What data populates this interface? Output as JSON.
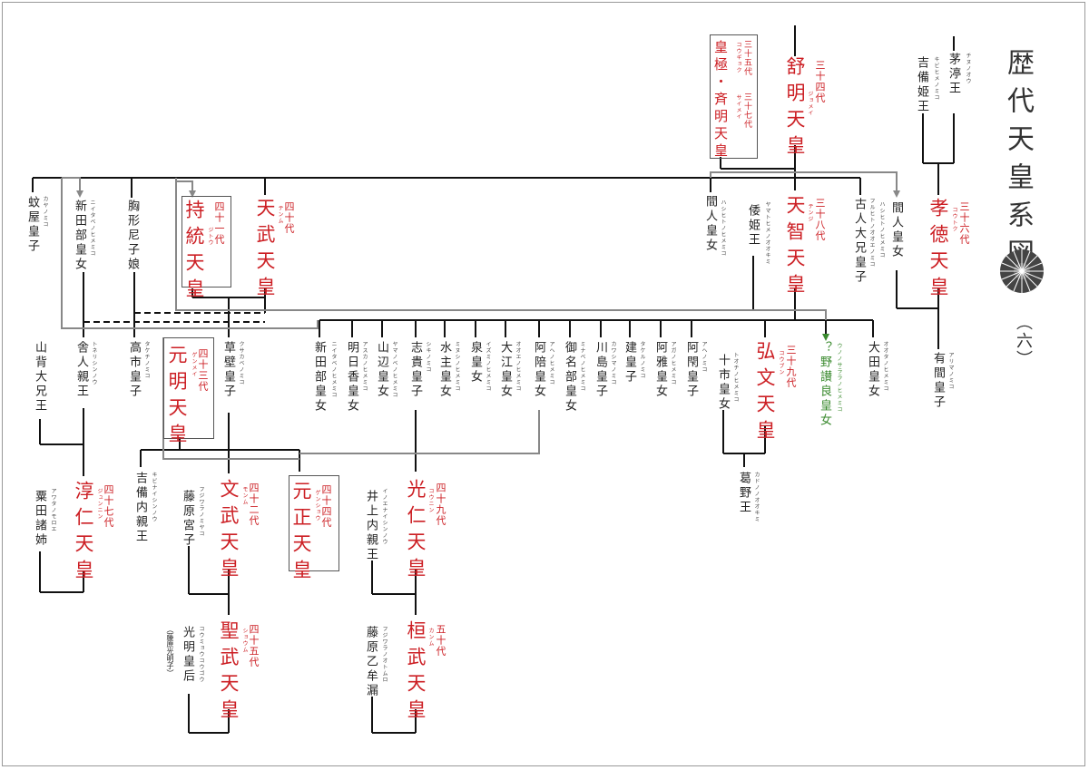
{
  "title": "歴代天皇系図",
  "subtitle": "（六）",
  "persons": {
    "jomei": {
      "name": "舒明天皇",
      "gen": "三十四代",
      "reading": "ジョメイ"
    },
    "kogyoku": {
      "name": "皇極・斉明天皇",
      "gen1": "三十五代",
      "reading1": "コウギョク",
      "gen2": "三十七代",
      "reading2": "サイメイ"
    },
    "kotoku": {
      "name": "孝徳天皇",
      "gen": "三十六代",
      "reading": "コウトク"
    },
    "chinu": {
      "name": "茅渟王",
      "reading": "チヌノオウ"
    },
    "kibihime": {
      "name": "吉備姫王",
      "reading": "キビヒメノミコ"
    },
    "tenji": {
      "name": "天智天皇",
      "gen": "三十八代",
      "reading": "テンジ"
    },
    "hashihito1": {
      "name": "間人皇女",
      "reading": "ハシヒトノヒメミコ"
    },
    "hashihito2": {
      "name": "間人皇女",
      "reading": "ハシヒトノヒメミコ"
    },
    "yamatohime": {
      "name": "倭姫王",
      "reading": "ヤマトヒメノオオキミ"
    },
    "furuhito": {
      "name": "古人大兄皇子",
      "reading": "フルヒトノオオエノミコ"
    },
    "arima": {
      "name": "有間皇子",
      "reading": "アリマノミコ"
    },
    "kaya": {
      "name": "蚊屋皇子",
      "reading": "カヤノミコ"
    },
    "niitabe": {
      "name": "新田部皇女",
      "reading": "ニイタベノヒメミコ"
    },
    "munakata": {
      "name": "胸形尼子娘"
    },
    "jito": {
      "name": "持統天皇",
      "gen": "四十一代",
      "reading": "ジトウ"
    },
    "tenmu": {
      "name": "天武天皇",
      "gen": "四十代",
      "reading": "テンム"
    },
    "yamashiro": {
      "name": "山背大兄王"
    },
    "toneri": {
      "name": "舎人親王",
      "reading": "トネリシンノウ"
    },
    "takechi": {
      "name": "高市皇子",
      "reading": "タケチノミコ"
    },
    "genmei": {
      "name": "元明天皇",
      "gen": "四十三代",
      "reading": "ゲンメイ"
    },
    "kusakabe": {
      "name": "草壁皇子",
      "reading": "クサカベノミコ"
    },
    "niitabe2": {
      "name": "新田部皇女",
      "reading": "ニイタベノヒメミコ"
    },
    "asuka": {
      "name": "明日香皇女",
      "reading": "アスカノヒメミコ"
    },
    "yamanobe": {
      "name": "山辺皇女",
      "reading": "ヤマノベノヒメミコ"
    },
    "shiki": {
      "name": "志貴皇子",
      "reading": "シキノミコ"
    },
    "minushi": {
      "name": "水主皇女",
      "reading": "ミヌシノヒメミコ"
    },
    "izumi": {
      "name": "泉皇女",
      "reading": "イズミノヒメミコ"
    },
    "oe": {
      "name": "大江皇女",
      "reading": "オオエノヒメミコ"
    },
    "ahe": {
      "name": "阿陪皇女",
      "reading": "アヘノヒメミコ"
    },
    "minabe": {
      "name": "御名部皇女",
      "reading": "ミナベノヒメミコ"
    },
    "kawashima": {
      "name": "川島皇子",
      "reading": "カワシマノミコ"
    },
    "takeru": {
      "name": "建皇子",
      "reading": "タケルノミコ"
    },
    "asuka2": {
      "name": "阿雅皇女",
      "reading": "アガノヒメミコ"
    },
    "ahe2": {
      "name": "阿閇皇子",
      "reading": "アヘノミコ"
    },
    "tochi": {
      "name": "十市皇女",
      "reading": "トオチノヒメミコ"
    },
    "kobun": {
      "name": "弘文天皇",
      "gen": "三十九代",
      "reading": "コウブン"
    },
    "unonosarara": {
      "name": "？野讃良皇女",
      "reading": "ウノノサララノヒメミコ"
    },
    "ota": {
      "name": "大田皇女",
      "reading": "オオタノヒメミコ"
    },
    "kadono": {
      "name": "葛野王",
      "reading": "カドノノオオキミ"
    },
    "awata": {
      "name": "粟田諸姉",
      "reading": "アワタノモロエ"
    },
    "junnin": {
      "name": "淳仁天皇",
      "gen": "四十七代",
      "reading": "ジュンニン"
    },
    "kibinai": {
      "name": "吉備内親王",
      "reading": "キビナイシンノウ"
    },
    "fujiwaramiyako": {
      "name": "藤原宮子",
      "reading": "フジワラノミヤコ"
    },
    "monmu": {
      "name": "文武天皇",
      "gen": "四十二代",
      "reading": "モンム"
    },
    "gensho": {
      "name": "元正天皇",
      "gen": "四十四代",
      "reading": "ゲンショウ"
    },
    "inoue": {
      "name": "井上内親王",
      "reading": "イノエナイシンノウ"
    },
    "konin": {
      "name": "光仁天皇",
      "gen": "四十九代",
      "reading": "コウニン"
    },
    "komyo": {
      "name": "光明皇后",
      "reading": "コウミョウコウゴウ",
      "note": "（藤原光明子）"
    },
    "shomu": {
      "name": "聖武天皇",
      "gen": "四十五代",
      "reading": "ショウム"
    },
    "otomuro": {
      "name": "藤原乙牟漏",
      "reading": "フジワラノオトムロ"
    },
    "kanmu": {
      "name": "桓武天皇",
      "gen": "五十代",
      "reading": "カンム"
    }
  },
  "colors": {
    "emperor": "#cc1f24",
    "text": "#222222",
    "line": "#111111",
    "adopt_line": "#888888",
    "unknown": "#3a8a2e"
  }
}
